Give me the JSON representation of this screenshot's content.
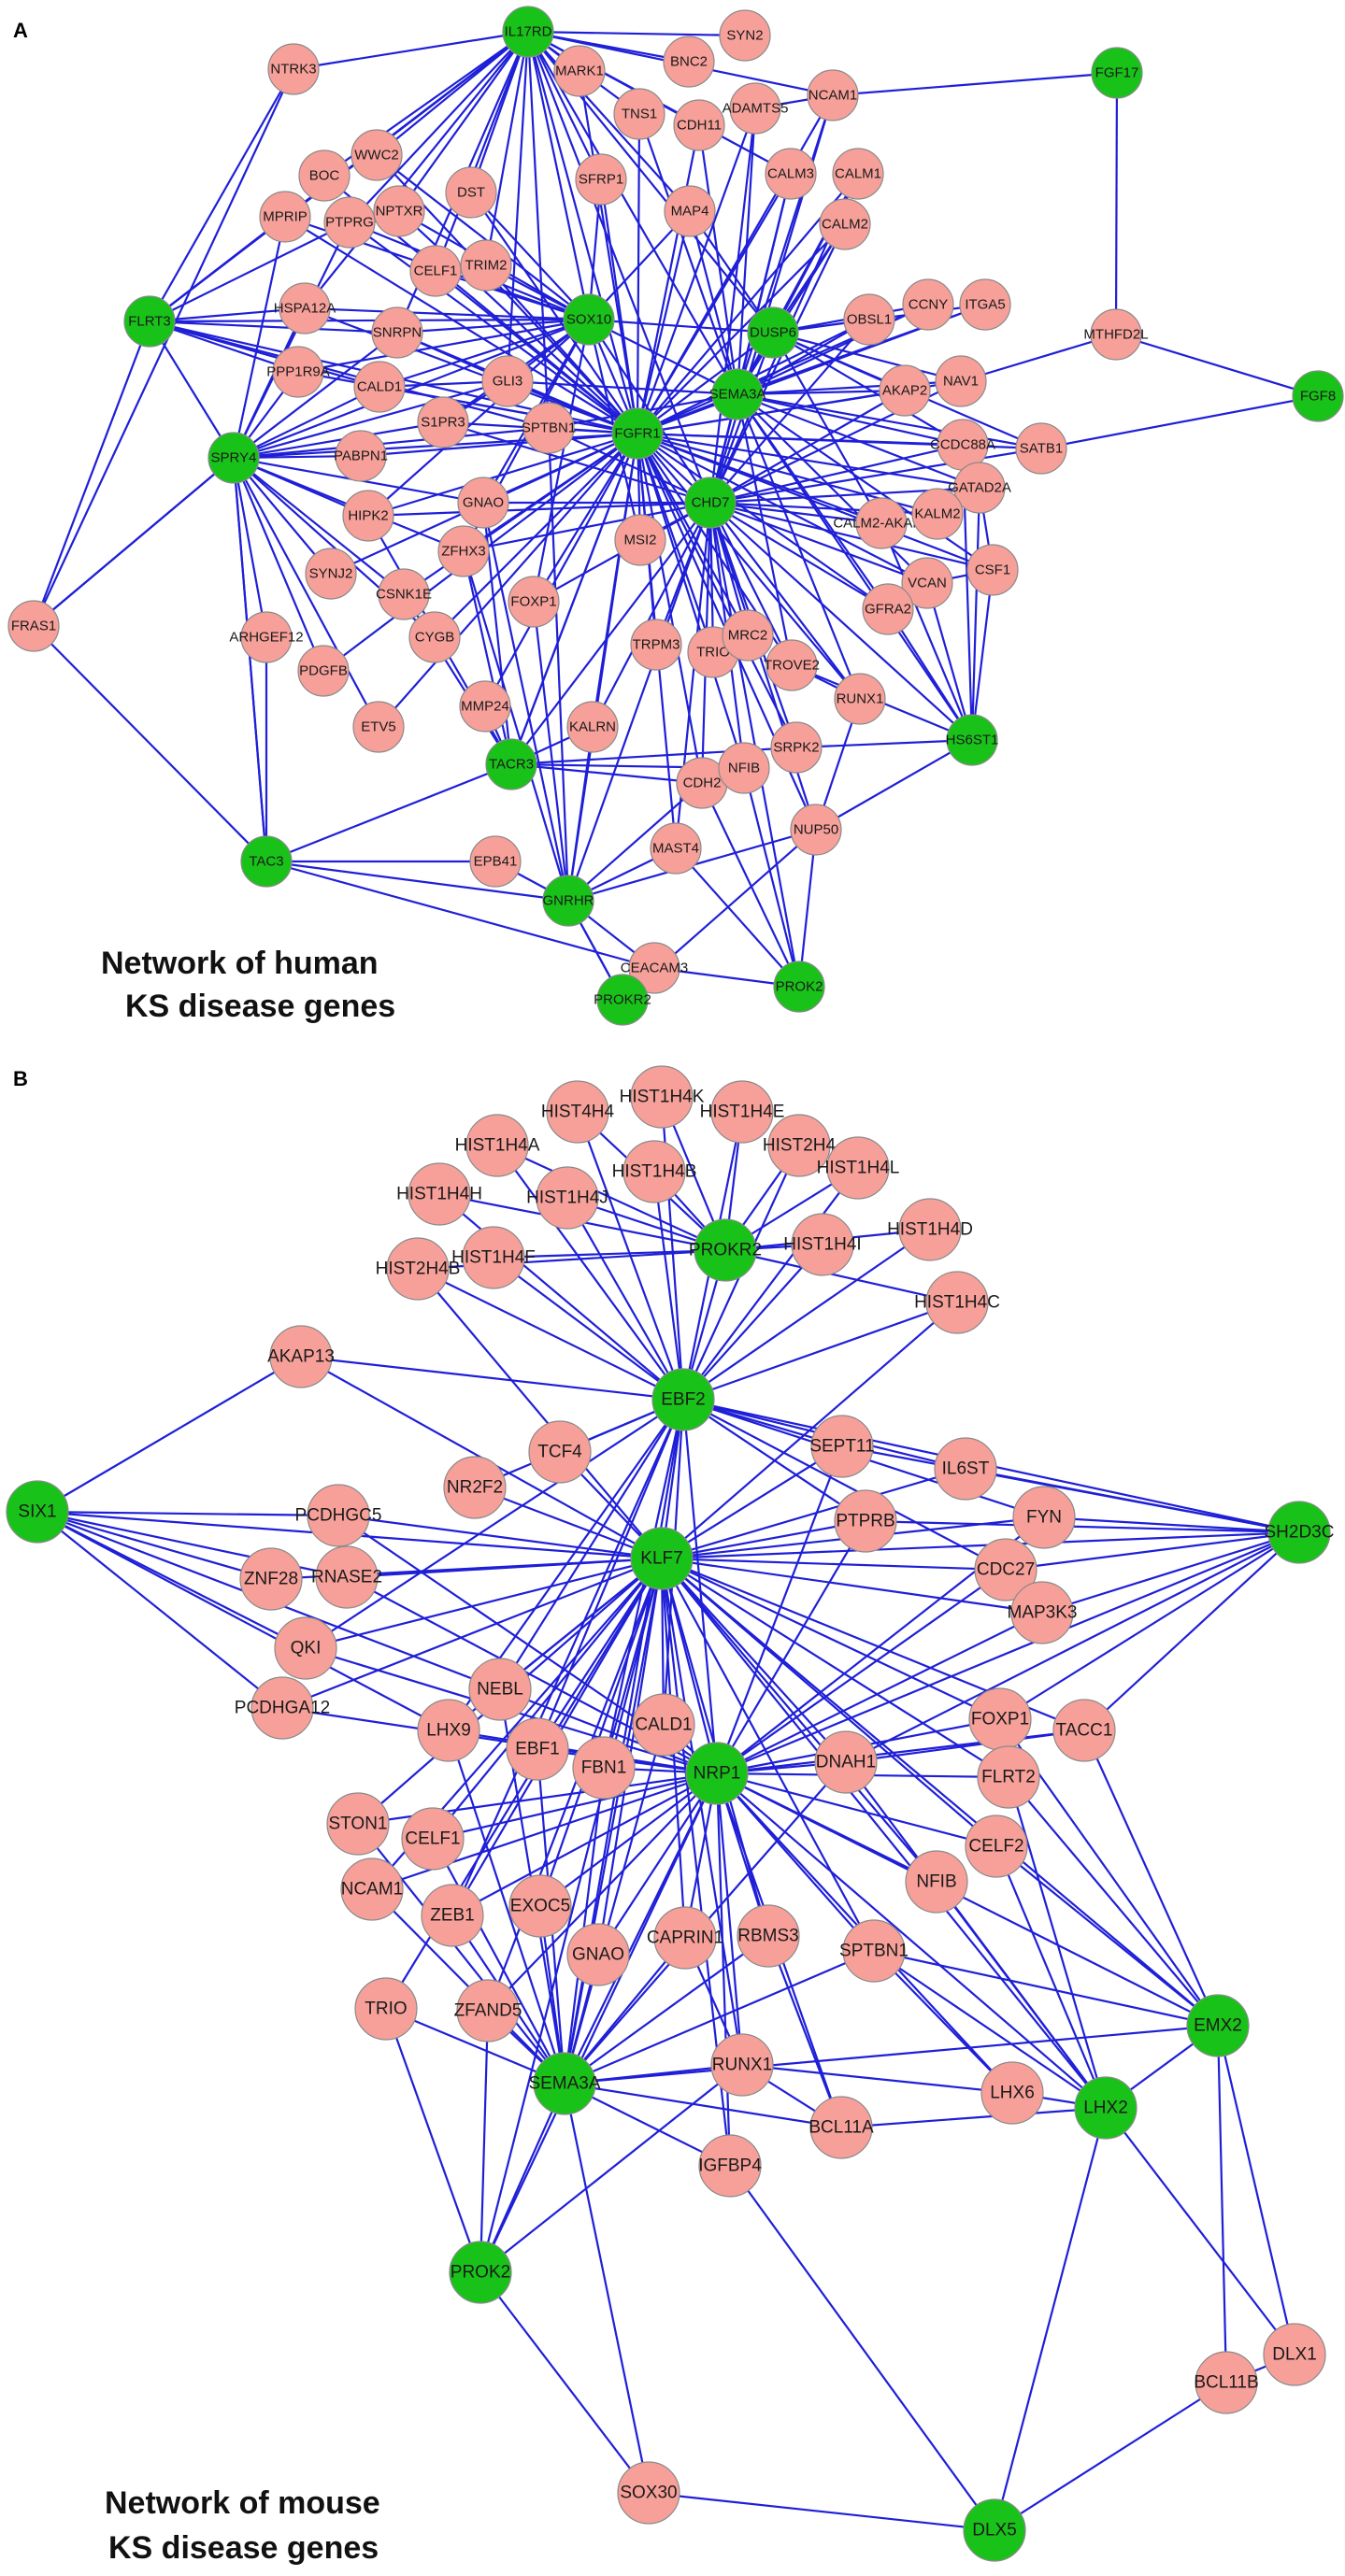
{
  "colors": {
    "key_node": "#19c219",
    "other_node": "#f7a09a",
    "edge": "#1f1fd8",
    "node_stroke": "#8a8a8a"
  },
  "panels": [
    {
      "letter": "A",
      "caption": [
        "Network of human",
        "KS disease genes"
      ],
      "key_nodes": [
        "IL17RD",
        "FGF17",
        "FLRT3",
        "SPRY4",
        "SOX10",
        "DUSP6",
        "SEMA3A",
        "FGFR1",
        "CHD7",
        "FGF8",
        "HS6ST1",
        "TACR3",
        "TAC3",
        "GNRHR",
        "PROKR2",
        "PROK2"
      ],
      "other_nodes": [
        "SYN2",
        "BNC2",
        "NTRK3",
        "MARK1",
        "TNS1",
        "ADAMTS5",
        "NCAM1",
        "CDH11",
        "WWC2",
        "BOC",
        "MPRIP",
        "NPTXR",
        "DST",
        "PTPRG",
        "SFRP1",
        "MAP4",
        "CALM3",
        "CALM1",
        "CALM2",
        "CELF1",
        "TRIM2",
        "HSPA12A",
        "SNRPN",
        "OBSL1",
        "CCNY",
        "ITGA5",
        "MTHFD2L",
        "PPP1R9A",
        "CALD1",
        "GLI3",
        "S1PR3",
        "SPTBN1",
        "AKAP2",
        "NAV1",
        "PABPN1",
        "CCDC88A",
        "SATB1",
        "GATAD2A",
        "GNAO",
        "HIPK2",
        "CALM2-AKAP2",
        "KALM2",
        "ZFHX3",
        "MSI2",
        "SYNJ2",
        "CSNK1E",
        "FOXP1",
        "CSF1",
        "VCAN",
        "FRAS1",
        "ARHGEF12",
        "CYGB",
        "TRPM3",
        "TRIO",
        "MRC2",
        "GFRA2",
        "PDGFB",
        "TROVE2",
        "RUNX1",
        "MMP24",
        "KALRN",
        "ETV5",
        "CDH2",
        "NFIB",
        "SRPK2",
        "MAST4",
        "NUP50",
        "EPB41",
        "CEACAM3"
      ]
    },
    {
      "letter": "B",
      "caption": [
        "Network of mouse",
        "KS disease genes"
      ],
      "key_nodes": [
        "PROKR2",
        "EBF2",
        "SIX1",
        "SH2D3C",
        "KLF7",
        "NRP1",
        "EMX2",
        "SEMA3A",
        "LHX2",
        "PROK2",
        "DLX5"
      ],
      "other_nodes": [
        "HIST1H4K",
        "HIST4H4",
        "HIST1H4E",
        "HIST1H4A",
        "HIST2H4",
        "HIST1H4L",
        "HIST1H4B",
        "HIST1H4H",
        "HIST1H4J",
        "HIST1H4D",
        "HIST1H4I",
        "HIST1H4F",
        "HIST2H4B",
        "HIST1H4C",
        "AKAP13",
        "TCF4",
        "SEPT11",
        "NR2F2",
        "IL6ST",
        "PCDHGC5",
        "PTPRB",
        "FYN",
        "ZNF28",
        "RNASE2",
        "CDC27",
        "QKI",
        "MAP3K3",
        "NEBL",
        "FOXP1",
        "PCDHGA12",
        "CALD1",
        "TACC1",
        "LHX9",
        "EBF1",
        "FBN1",
        "DNAH1",
        "FLRT2",
        "STON1",
        "CELF1",
        "CELF2",
        "NCAM1",
        "ZEB1",
        "EXOC5",
        "NFIB",
        "RBMS3",
        "CAPRIN1",
        "GNAO",
        "SPTBN1",
        "TRIO",
        "ZFAND5",
        "RUNX1",
        "LHX6",
        "BCL11A",
        "IGFBP4",
        "DLX1",
        "BCL11B",
        "SOX30"
      ]
    }
  ]
}
